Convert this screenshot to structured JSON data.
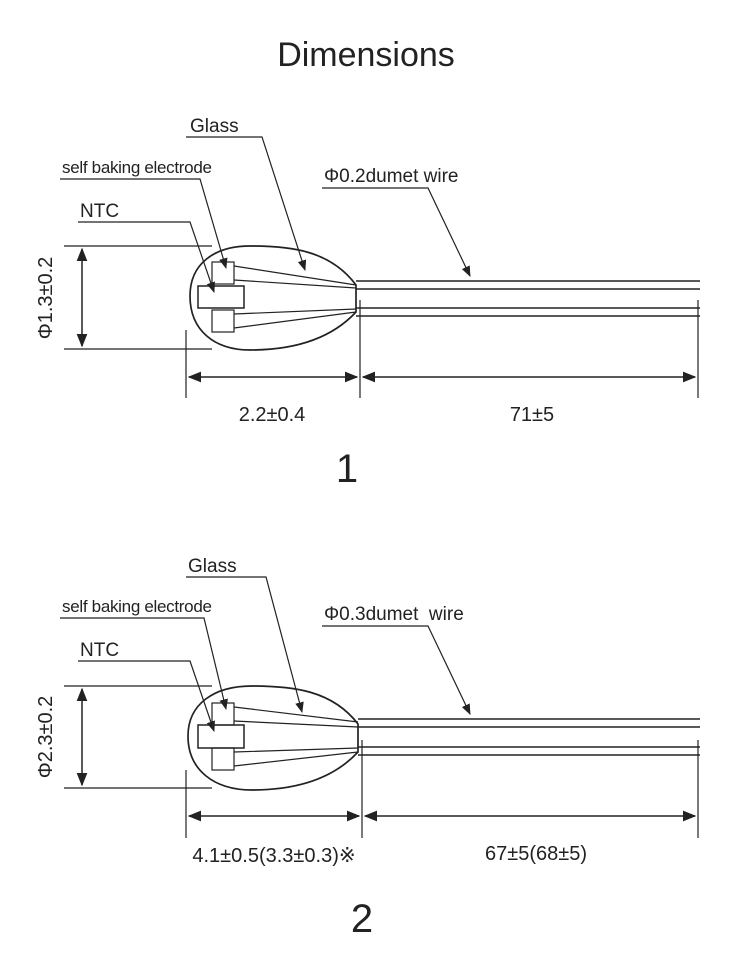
{
  "title": "Dimensions",
  "diagrams": [
    {
      "number": "1",
      "label_glass": "Glass",
      "label_electrode": "self baking electrode",
      "label_ntc": "NTC",
      "label_wire": "Φ0.2dumet wire",
      "dim_diameter": "Φ1.3±0.2",
      "dim_body_length": "2.2±0.4",
      "dim_wire_length": "71±5"
    },
    {
      "number": "2",
      "label_glass": "Glass",
      "label_electrode": "self baking electrode",
      "label_ntc": "NTC",
      "label_wire": "Φ0.3dumet  wire",
      "dim_diameter": "Φ2.3±0.2",
      "dim_body_length": "4.1±0.5(3.3±0.3)※",
      "dim_wire_length": "67±5(68±5)"
    }
  ]
}
